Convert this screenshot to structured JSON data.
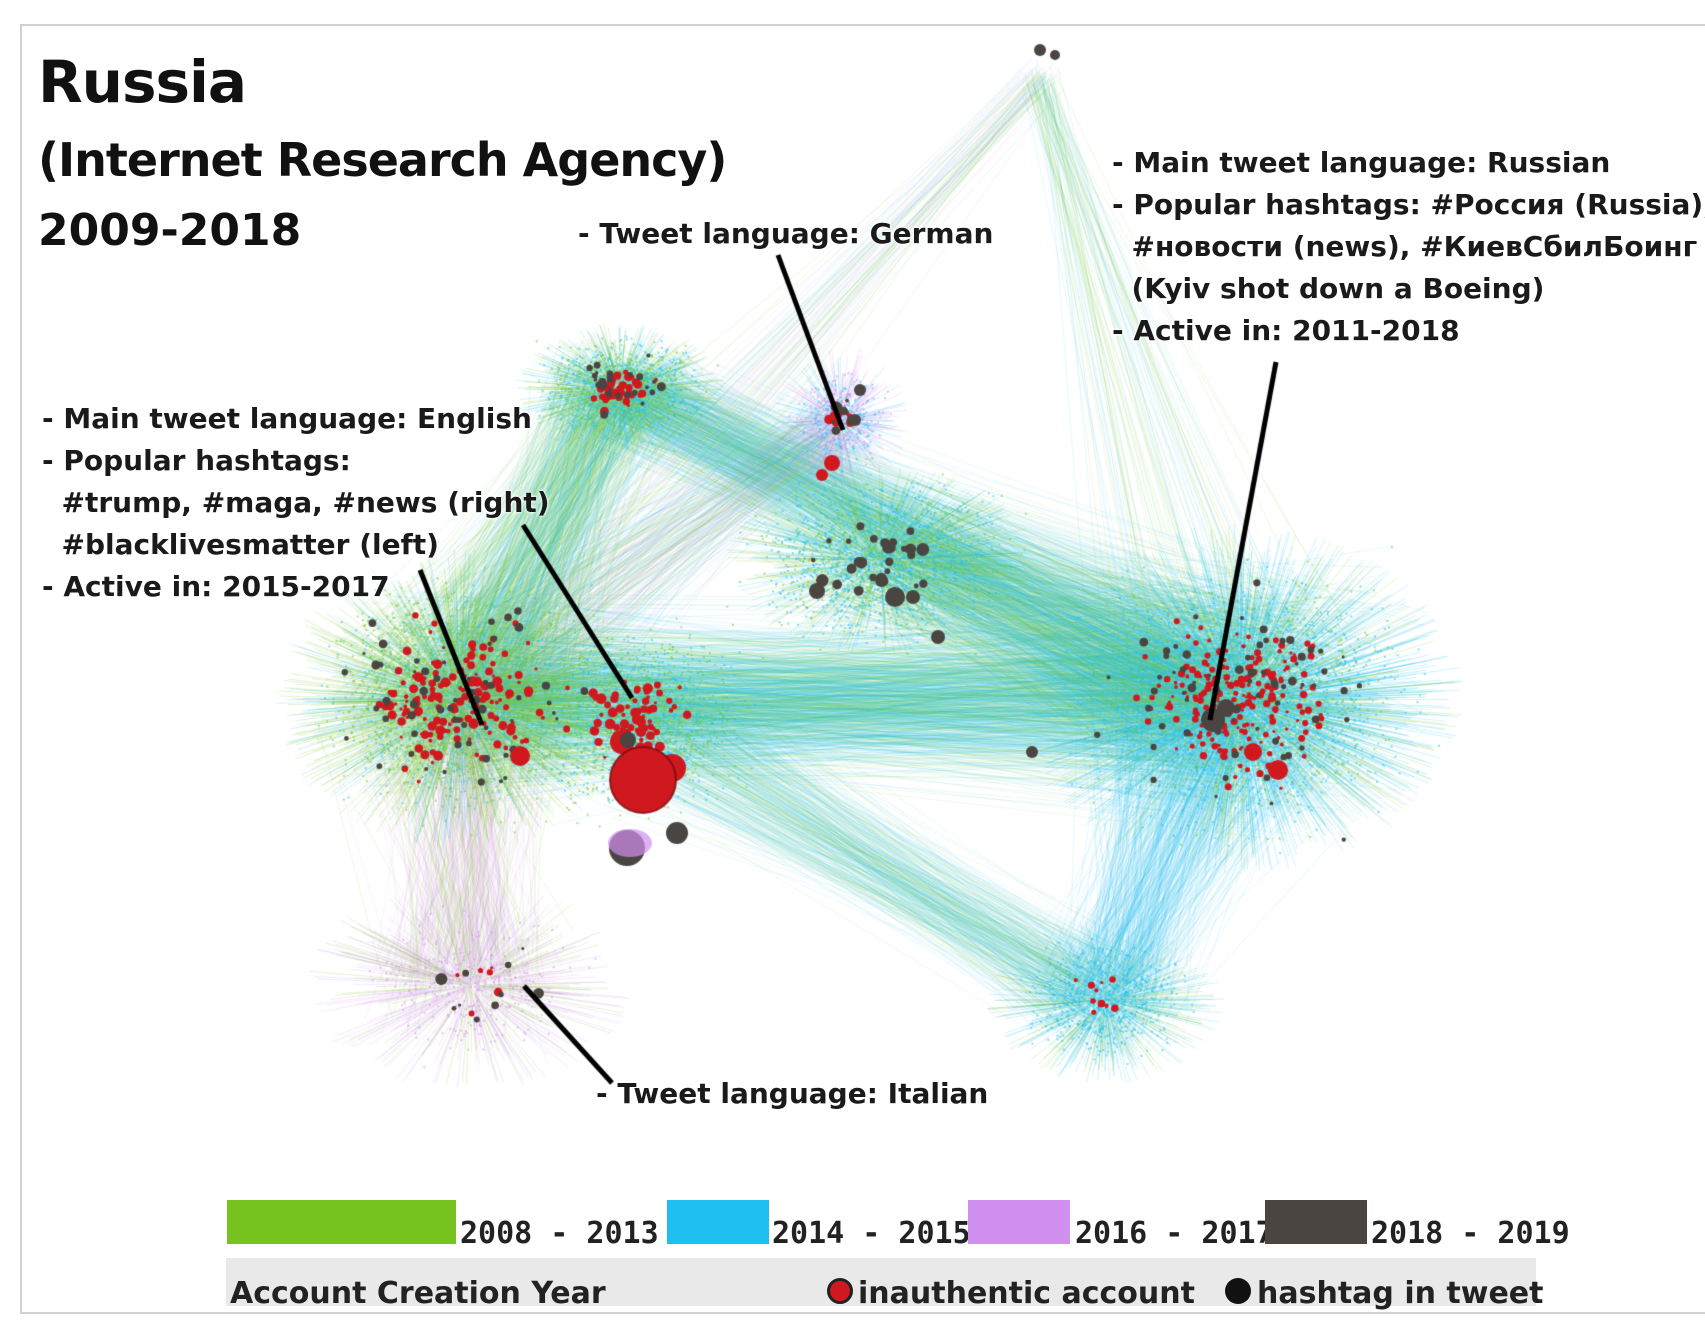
{
  "title": "Russia",
  "subtitle": "(Internet Research Agency)",
  "years": "2009-2018",
  "annotations": {
    "german": "- Tweet language: German",
    "russian": [
      "- Main tweet language: Russian",
      "- Popular hashtags: #Россия (Russia),",
      "  #новости (news), #КиевСбилБоинг",
      "  (Kyiv shot down a Boeing)",
      "- Active in: 2011-2018"
    ],
    "english": [
      "- Main tweet language: English",
      "- Popular hashtags:",
      "  #trump, #maga, #news (right)",
      "  #blacklivesmatter (left)",
      "- Active in: 2015-2017"
    ],
    "italian": "- Tweet language: Italian"
  },
  "legend": {
    "caption": "Account Creation Year",
    "years": [
      {
        "label": "2008 - 2013",
        "color": "#76c21f"
      },
      {
        "label": "2014 - 2015",
        "color": "#1fbff2"
      },
      {
        "label": "2016 - 2017",
        "color": "#d18ff0"
      },
      {
        "label": "2018 - 2019",
        "color": "#4a4541"
      }
    ],
    "inauthentic": {
      "label": "inauthentic account",
      "color": "#d0181f"
    },
    "hashtag": {
      "label": "hashtag in tweet",
      "color": "#111111"
    }
  }
}
